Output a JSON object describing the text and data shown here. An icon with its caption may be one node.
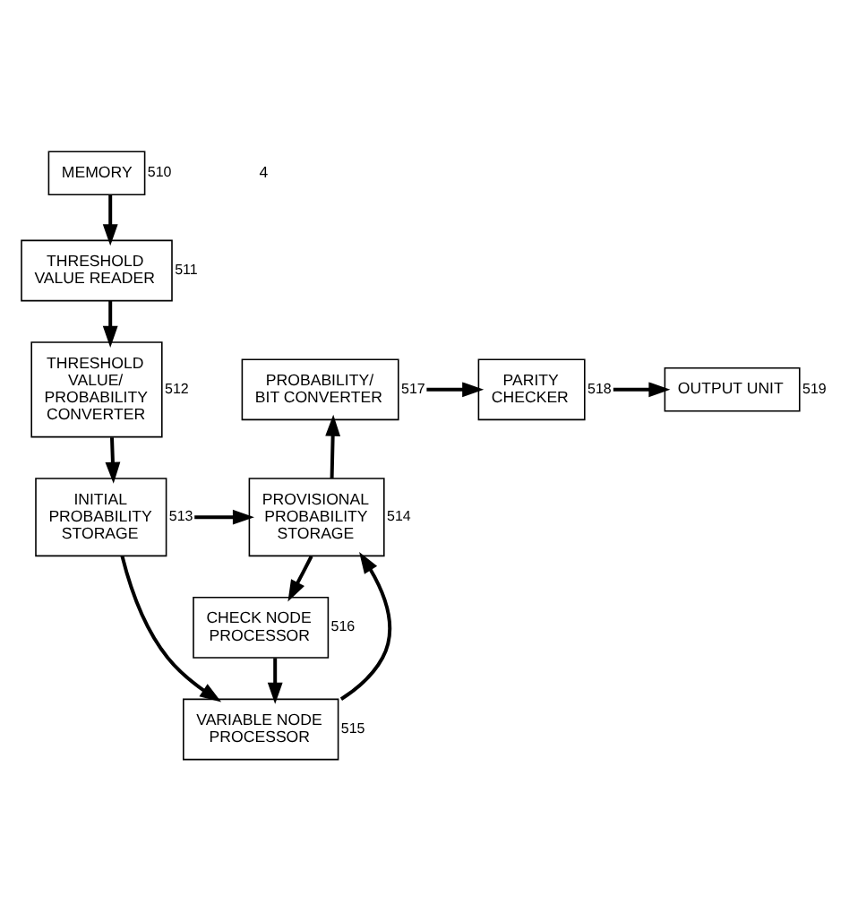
{
  "diagram": {
    "nodes": [
      {
        "text": [
          "MEMORY"
        ],
        "beside": [
          "510"
        ]
      },
      {
        "text": [
          "THRESHOLD VALUE READER"
        ],
        "beside": [
          "511"
        ]
      },
      {
        "text": [
          "THRESHOLD VALUE/ PROBABILITY CONVERTER"
        ],
        "beside": [
          "512"
        ]
      },
      {
        "text": [
          "INITIAL PROBABILITY STORAGE"
        ],
        "beside": [
          "513"
        ]
      },
      {
        "text": [
          "PROBABILITY/ BIT CONVERTER"
        ],
        "beside": [
          "517"
        ]
      },
      {
        "text": [
          "PARITY CHECKER"
        ],
        "beside": [
          "518"
        ]
      },
      {
        "text": [
          "OUTPUT UNIT"
        ],
        "beside": [
          "519"
        ]
      },
      {
        "text": [
          "PROVISIONAL PROBABILITY STORAGE"
        ],
        "beside": [
          "514"
        ]
      },
      {
        "text": [
          "CHECK NODE PROCESSOR"
        ],
        "beside": [
          "516"
        ]
      },
      {
        "text": [
          "VARIABLE NODE PROCESSOR"
        ],
        "beside": [
          "515"
        ]
      }
    ],
    "edges": [
      {
        "from": 0,
        "to": 1,
        "arrow": "to"
      },
      {
        "from": 1,
        "to": 2,
        "arrow": "to"
      },
      {
        "from": 2,
        "to": 3,
        "arrow": "to"
      },
      {
        "from": 3,
        "to": 7,
        "arrow": "to"
      },
      {
        "from": 7,
        "to": 4,
        "arrow": "to"
      },
      {
        "from": 4,
        "to": 5,
        "arrow": "to"
      },
      {
        "from": 5,
        "to": 6,
        "arrow": "to"
      },
      {
        "from": 7,
        "to": 8,
        "arrow": "to"
      },
      {
        "from": 8,
        "to": 9,
        "arrow": "to"
      },
      {
        "from": 9,
        "to": 7,
        "arrow": "to"
      },
      {
        "from": 3,
        "to": 9,
        "arrow": "to"
      }
    ],
    "labels": [
      "4"
    ]
  }
}
